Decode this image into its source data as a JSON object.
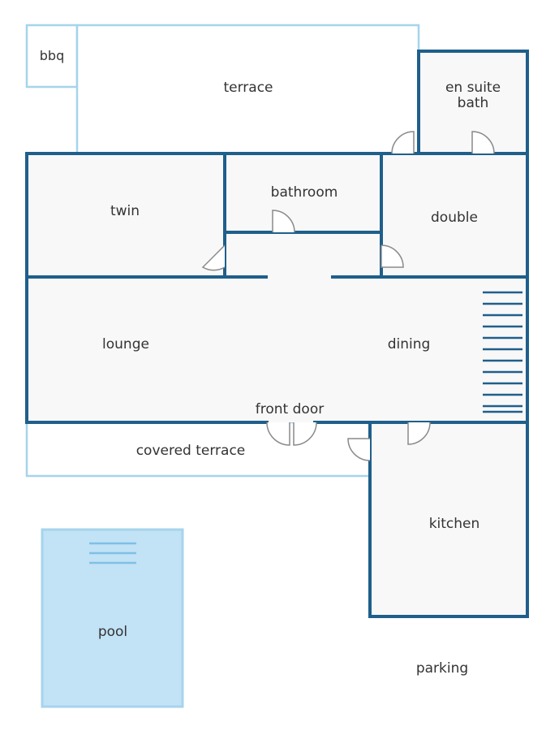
{
  "colors": {
    "wall": "#1f5f8b",
    "outdoor_outline": "#a6d4ec",
    "floor": "#f8f8f8",
    "pool_fill": "#c2e2f5",
    "pool_edge": "#a6d4ec",
    "door": "#8a8a8a",
    "text": "#333333"
  },
  "labels": {
    "bbq": "bbq",
    "terrace": "terrace",
    "en_suite_line1": "en suite",
    "en_suite_line2": "bath",
    "twin": "twin",
    "bathroom": "bathroom",
    "double": "double",
    "lounge": "lounge",
    "dining": "dining",
    "front_door": "front door",
    "covered_terrace": "covered terrace",
    "kitchen": "kitchen",
    "pool": "pool",
    "parking": "parking"
  },
  "icons": [
    "door-swing-icon",
    "staircase-icon",
    "pool-steps-icon"
  ]
}
